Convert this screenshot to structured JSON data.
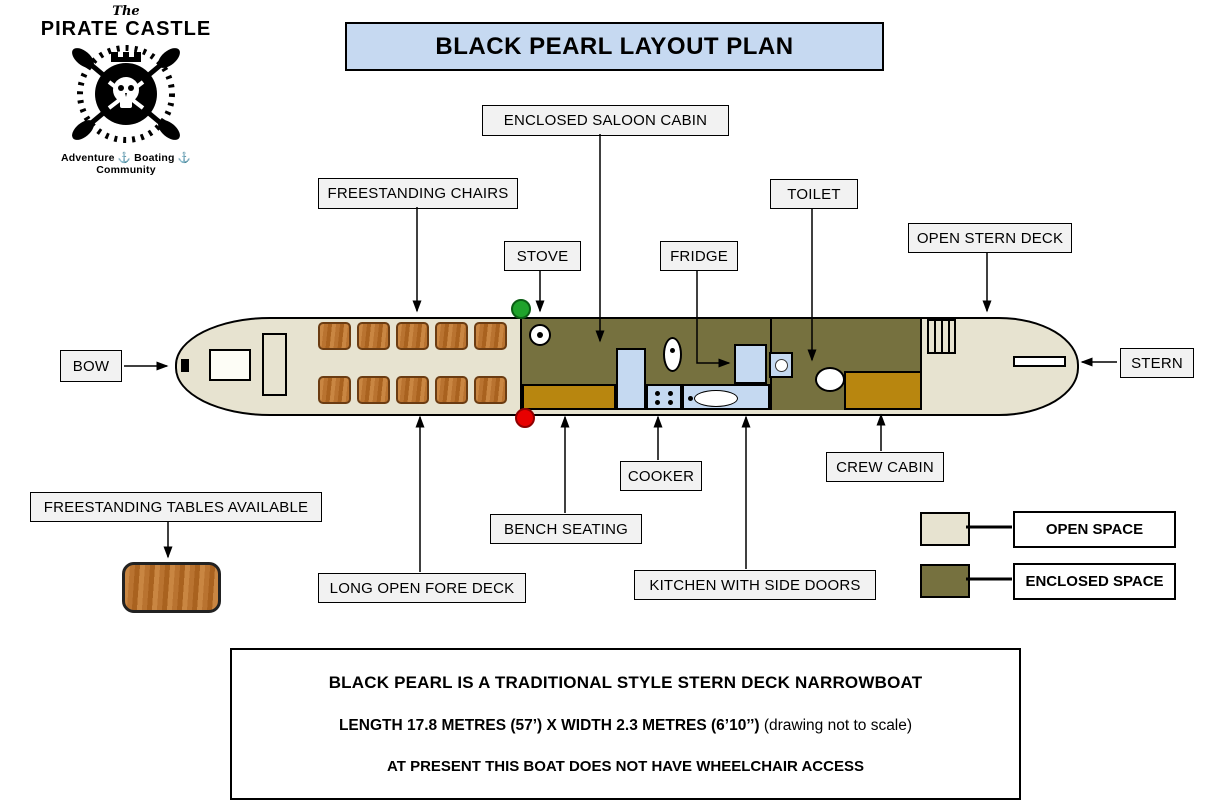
{
  "logo": {
    "the": "The",
    "name": "PIRATE CASTLE",
    "tagline": "Adventure ⚓ Boating ⚓ Community"
  },
  "title": "BLACK PEARL LAYOUT PLAN",
  "labels": {
    "enclosed_saloon_cabin": "ENCLOSED SALOON CABIN",
    "freestanding_chairs": "FREESTANDING CHAIRS",
    "stove": "STOVE",
    "fridge": "FRIDGE",
    "toilet": "TOILET",
    "open_stern_deck": "OPEN STERN DECK",
    "bow": "BOW",
    "stern": "STERN",
    "cooker": "COOKER",
    "crew_cabin": "CREW CABIN",
    "bench_seating": "BENCH SEATING",
    "kitchen_with_side_doors": "KITCHEN WITH SIDE DOORS",
    "long_open_fore_deck": "LONG OPEN FORE DECK",
    "freestanding_tables": "FREESTANDING TABLES AVAILABLE"
  },
  "legend": {
    "open_space": "OPEN SPACE",
    "enclosed_space": "ENCLOSED SPACE"
  },
  "footer": {
    "line1": "BLACK PEARL IS A TRADITIONAL STYLE STERN DECK NARROWBOAT",
    "line2_bold": "LENGTH 17.8 METRES (57’)  X  WIDTH 2.3 METRES (6’10’’)",
    "line2_note": " (drawing not to scale)",
    "line3": "AT PRESENT  THIS BOAT DOES NOT HAVE WHEELCHAIR ACCESS"
  },
  "colors": {
    "open_space": "#e7e3d0",
    "enclosed_space": "#76713f",
    "kitchen_unit": "#c5d9f1",
    "wood": "#b97330",
    "title_bg": "#c6d9f1",
    "label_bg": "#f2f2f2"
  }
}
